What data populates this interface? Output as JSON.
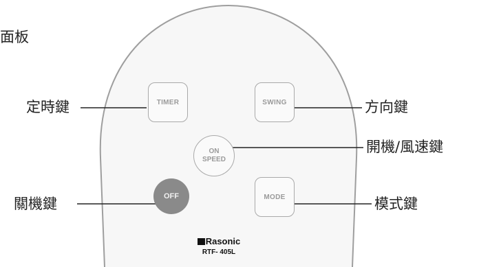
{
  "heading": "面板",
  "callouts": {
    "timer": "定時鍵",
    "swing": "方向鍵",
    "on_speed": "開機/風速鍵",
    "off": "關機鍵",
    "mode": "模式鍵"
  },
  "buttons": {
    "timer": "TIMER",
    "swing": "SWING",
    "on_line1": "ON",
    "on_line2": "SPEED",
    "off": "OFF",
    "mode": "MODE"
  },
  "brand": {
    "name": "Rasonic",
    "model": "RTF- 405L"
  },
  "colors": {
    "panel_outline": "#9e9e9e",
    "off_button": "#8a8a8a",
    "button_text": "#9a9a9a"
  }
}
